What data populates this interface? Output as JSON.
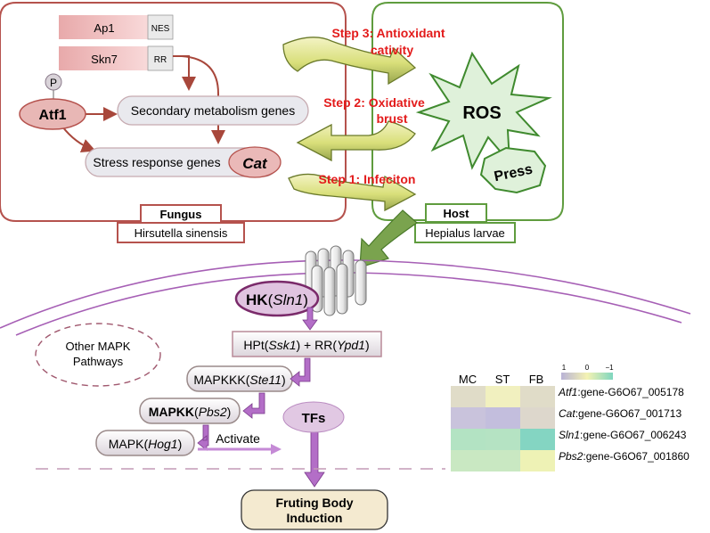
{
  "fungus": {
    "title": "Fungus",
    "species": "Hirsutella sinensis",
    "ap1": "Ap1",
    "nes": "NES",
    "skn7": "Skn7",
    "rr": "RR",
    "p": "P",
    "atf1": "Atf1",
    "secondary": "Secondary metabolism genes",
    "stress": "Stress response genes",
    "cat": "Cat"
  },
  "host": {
    "title": "Host",
    "species": "Hepialus larvae",
    "ros": "ROS",
    "press": "Press"
  },
  "steps": {
    "step3_line1": "Step 3: Antioxidant",
    "step3_line2": "cativity",
    "step2_line1": "Step 2: Oxidative",
    "step2_line2": "brust",
    "step1": "Step 1: Infeciton"
  },
  "pathway": {
    "hk_bold": "HK",
    "hk_gene": "Sln1",
    "hpt_a": "HPt(",
    "hpt_gene": "Ssk1",
    "hpt_b": ") + RR(",
    "rr_gene": "Ypd1",
    "close": ")",
    "open": "(",
    "mapkkk": "MAPKKK",
    "mapkkk_gene": "Ste11",
    "mapkk": "MAPKK",
    "mapkk_gene": "Pbs2",
    "mapk": "MAPK",
    "mapk_gene": "Hog1",
    "activate": "Activate",
    "tfs": "TFs",
    "other_line1": "Other MAPK",
    "other_line2": "Pathways",
    "fruiting_line1": "Fruting Body",
    "fruiting_line2": "Induction"
  },
  "heatmap": {
    "columns": [
      "MC",
      "ST",
      "FB"
    ],
    "legend_ticks": [
      "1",
      "0",
      "−1"
    ],
    "legend_colors": [
      "#b9b3d6",
      "#f4f2b3",
      "#7fd6bf"
    ],
    "rows": [
      {
        "gene": "Atf1",
        "id": ":gene-G6O67_005178",
        "colors": [
          "#e0dcc8",
          "#f1f0bf",
          "#e0dcc8"
        ]
      },
      {
        "gene": "Cat",
        "id": ":gene-G6O67_001713",
        "colors": [
          "#c9c3dc",
          "#c3bedd",
          "#ddd7cc"
        ]
      },
      {
        "gene": "Sln1",
        "id": ":gene-G6O67_006243",
        "colors": [
          "#b3e3c3",
          "#b5e3c3",
          "#84d5c2"
        ]
      },
      {
        "gene": "Pbs2",
        "id": ":gene-G6O67_001860",
        "colors": [
          "#c9e8c2",
          "#c9e8c2",
          "#eef2b5"
        ]
      }
    ]
  },
  "colors": {
    "fungus_border": "#b5524d",
    "host_border": "#5f9c3e",
    "step_text": "#e31b1b",
    "pathway_purple": "#a95bc2",
    "box_border": "#b98a98"
  }
}
